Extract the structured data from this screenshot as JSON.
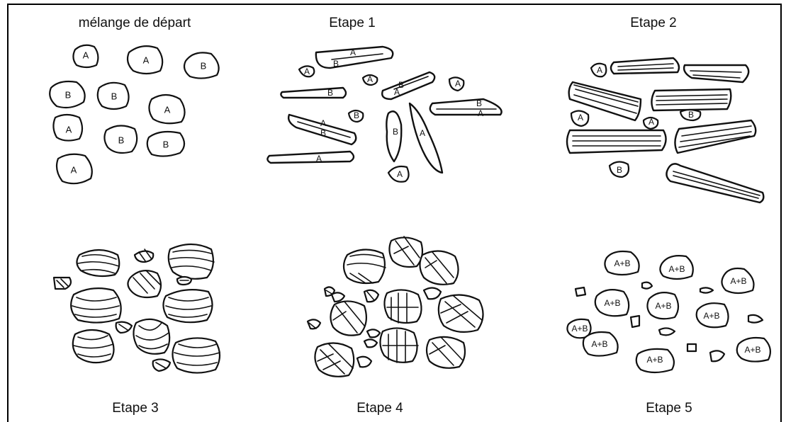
{
  "panels": {
    "start": "mélange de départ",
    "step1": "Etape 1",
    "step2": "Etape 2",
    "step3": "Etape 3",
    "step4": "Etape 4",
    "step5": "Etape 5"
  },
  "labels": {
    "a": "A",
    "b": "B",
    "ab": "A+B"
  },
  "colors": {
    "ink": "#111111",
    "background": "#ffffff",
    "frame": "#000000"
  }
}
